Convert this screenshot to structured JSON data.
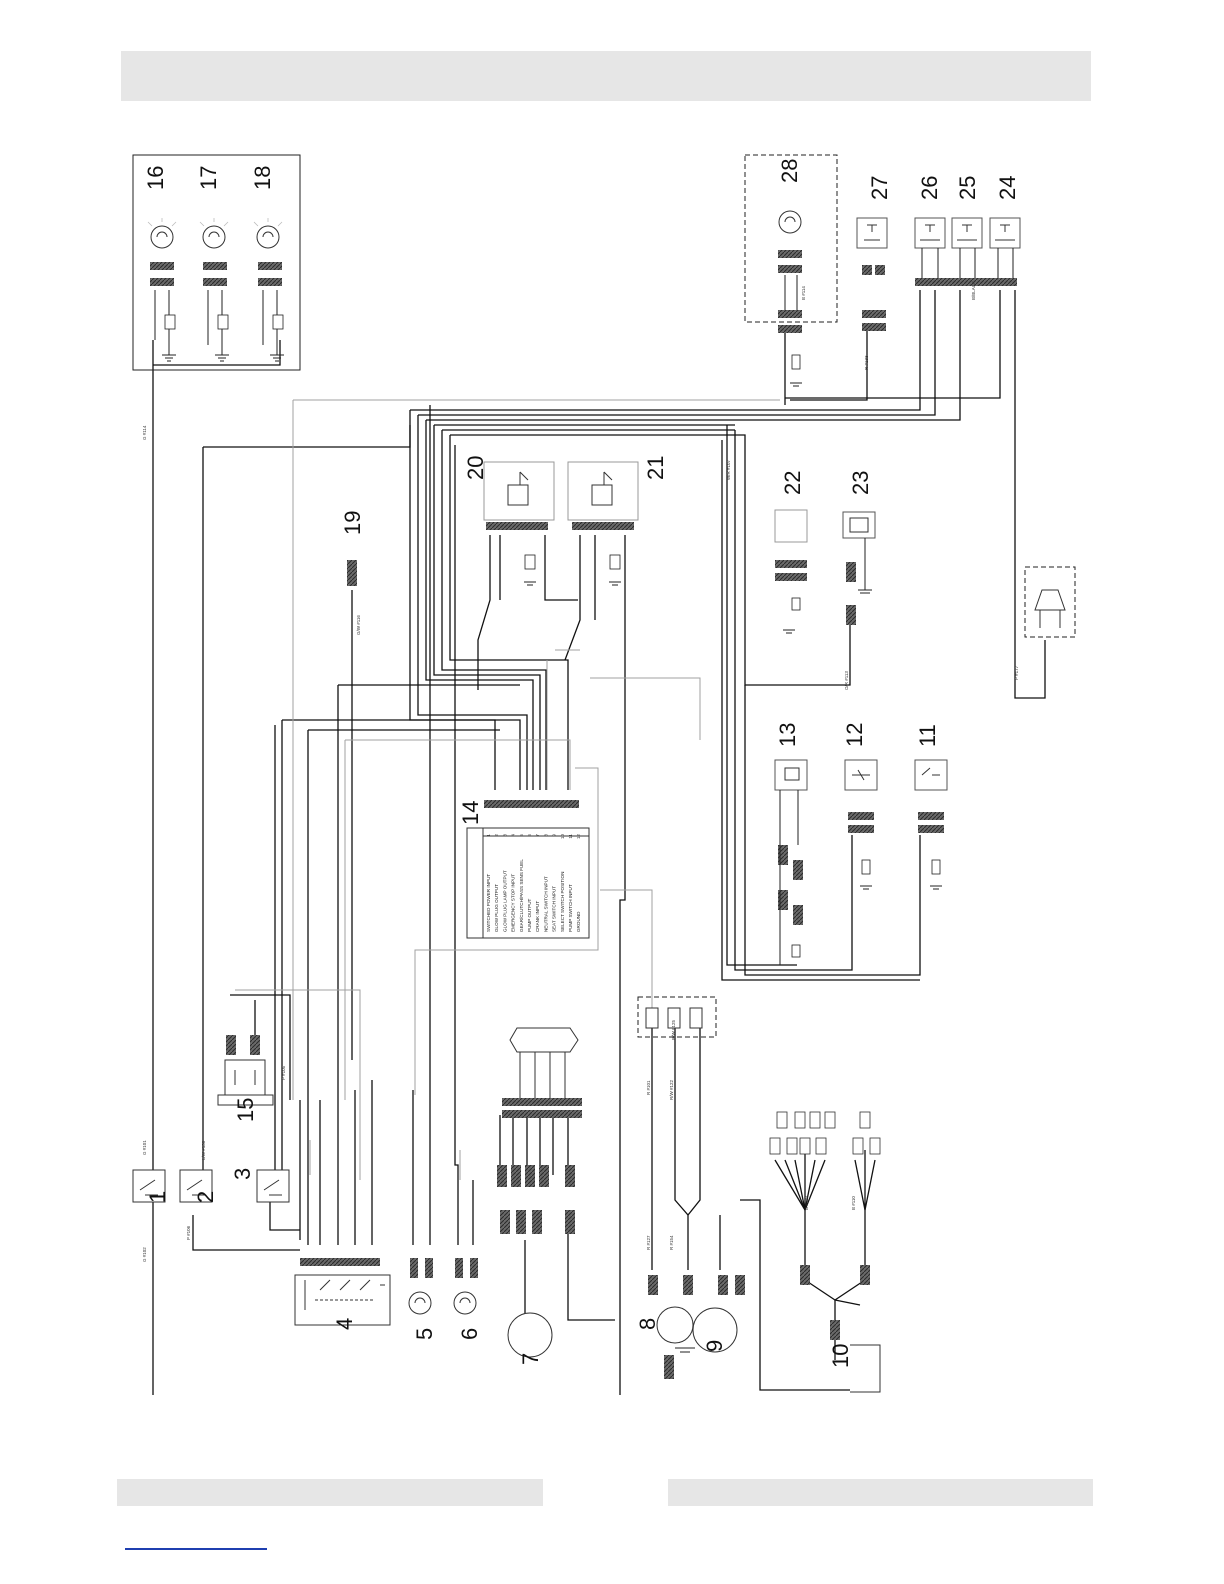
{
  "colors": {
    "band": "#e6e6e6",
    "wire": "#111111",
    "wire_light": "#999999",
    "connector": "#555555",
    "link": "#1f3fb0"
  },
  "components": [
    {
      "num": "1"
    },
    {
      "num": "2"
    },
    {
      "num": "3"
    },
    {
      "num": "4"
    },
    {
      "num": "5"
    },
    {
      "num": "6"
    },
    {
      "num": "7"
    },
    {
      "num": "8"
    },
    {
      "num": "9"
    },
    {
      "num": "10"
    },
    {
      "num": "11"
    },
    {
      "num": "12"
    },
    {
      "num": "13"
    },
    {
      "num": "14"
    },
    {
      "num": "15"
    },
    {
      "num": "16"
    },
    {
      "num": "17"
    },
    {
      "num": "18"
    },
    {
      "num": "19"
    },
    {
      "num": "20"
    },
    {
      "num": "21"
    },
    {
      "num": "22"
    },
    {
      "num": "23"
    },
    {
      "num": "24"
    },
    {
      "num": "25"
    },
    {
      "num": "26"
    },
    {
      "num": "27"
    },
    {
      "num": "28"
    }
  ],
  "controller": {
    "pins": [
      "1",
      "2",
      "3",
      "4",
      "5",
      "6",
      "7",
      "8",
      "9",
      "10",
      "11",
      "12"
    ],
    "functions": [
      "SWITCHED POWER INPUT",
      "GLOW PLUG OUTPUT",
      "GLOW PLUG LAMP OUTPUT",
      "EMERGENCY STOP INPUT",
      "GEAR/CLUTCH/PASS SENS FUEL",
      "PUMP OUTPUT",
      "CRANK INPUT",
      "NEUTRAL SWITCH INPUT",
      "SEAT SWITCH INPUT",
      "SELECT SWITCH POSITION",
      "PUMP SWITCH INPUT",
      "GROUND"
    ]
  },
  "wire_labels": [
    {
      "text": "G #102"
    },
    {
      "text": "G #101"
    },
    {
      "text": "G #114"
    },
    {
      "text": "L/W #130"
    },
    {
      "text": "P #106"
    },
    {
      "text": "P #105"
    },
    {
      "text": "R #101"
    },
    {
      "text": "R #127"
    },
    {
      "text": "R #154"
    },
    {
      "text": "R/W #122"
    },
    {
      "text": "R/W #125"
    },
    {
      "text": "B #110"
    },
    {
      "text": "B #119"
    },
    {
      "text": "O/R #113"
    },
    {
      "text": "G/W #116"
    },
    {
      "text": "W/R #107"
    },
    {
      "text": "R #133"
    },
    {
      "text": "B/BLACK"
    },
    {
      "text": "B #114"
    },
    {
      "text": "P #177"
    }
  ]
}
